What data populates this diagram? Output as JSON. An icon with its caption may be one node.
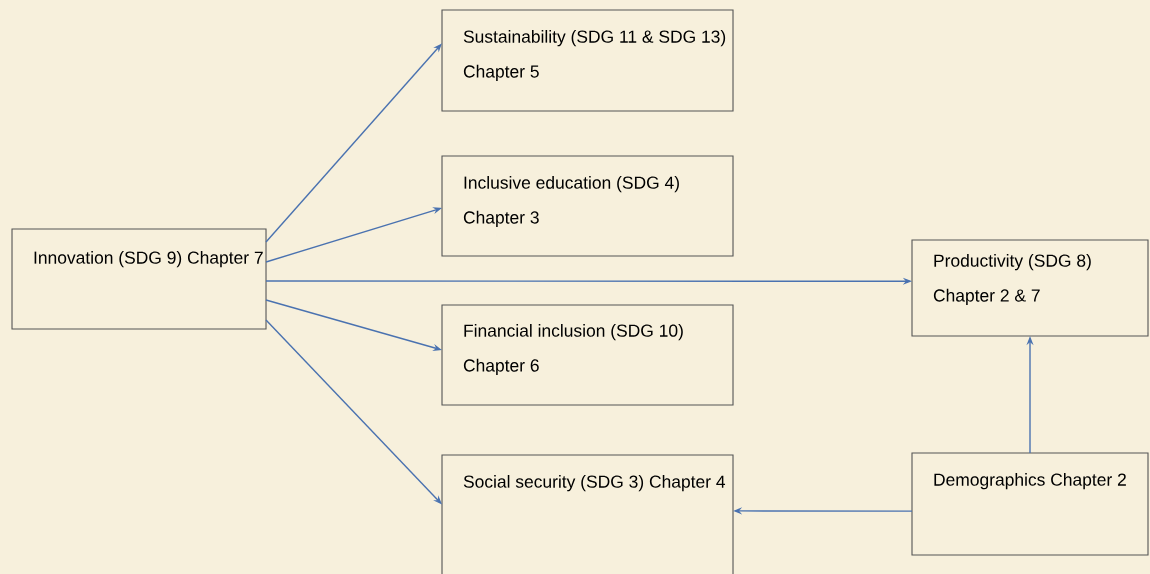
{
  "diagram": {
    "nodes": [
      {
        "text": [
          "Innovation (SDG 9) Chapter 7"
        ]
      },
      {
        "text": [
          "Sustainability (SDG 11 & SDG 13) Chapter 5"
        ]
      },
      {
        "text": [
          "Inclusive education (SDG 4) Chapter 3"
        ]
      },
      {
        "text": [
          "Financial inclusion (SDG 10) Chapter 6"
        ]
      },
      {
        "text": [
          "Social security (SDG 3) Chapter 4"
        ]
      },
      {
        "text": [
          "Productivity  (SDG 8) Chapter 2 & 7"
        ]
      },
      {
        "text": [
          "Demographics Chapter 2"
        ]
      }
    ],
    "edges": [
      {
        "from": 0,
        "to": 1,
        "arrow": "to"
      },
      {
        "from": 0,
        "to": 2,
        "arrow": "to"
      },
      {
        "from": 0,
        "to": 5,
        "arrow": "to"
      },
      {
        "from": 0,
        "to": 3,
        "arrow": "to"
      },
      {
        "from": 0,
        "to": 4,
        "arrow": "to"
      },
      {
        "from": 6,
        "to": 4,
        "arrow": "to"
      },
      {
        "from": 6,
        "to": 5,
        "arrow": "to"
      }
    ]
  }
}
